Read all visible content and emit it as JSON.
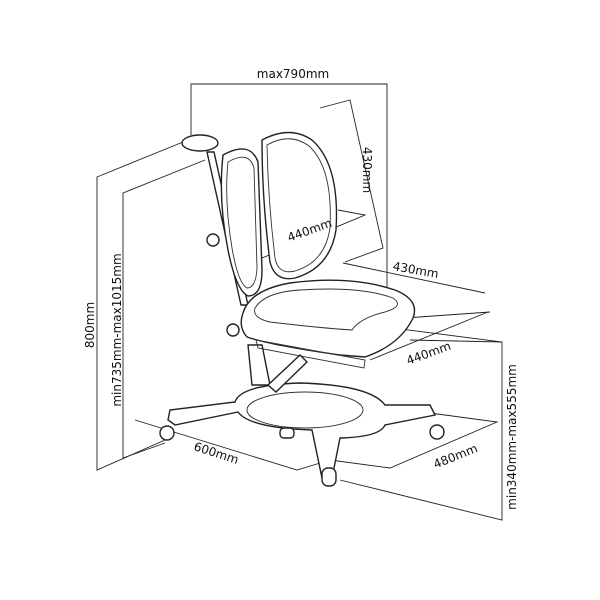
{
  "dimensions": {
    "max_width": "max790mm",
    "backrest_height": "430mm",
    "backrest_width": "440mm",
    "seat_depth": "430mm",
    "seat_width": "440mm",
    "overall_height": "800mm",
    "adjustable_height": "min735mm-max1015mm",
    "base_width": "600mm",
    "base_depth": "480mm",
    "seat_height": "min340mm-max555mm"
  },
  "colors": {
    "line": "#222222",
    "background": "#ffffff"
  }
}
